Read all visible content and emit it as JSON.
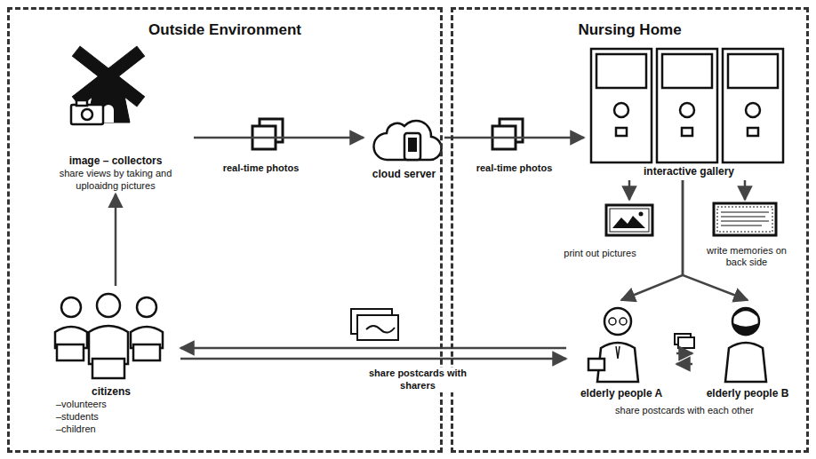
{
  "diagram": {
    "nodes": [
      {
        "text": [
          "Outside Environment"
        ]
      },
      {
        "text": [
          "image – collectors",
          "share views by taking and uploaidng pictures"
        ],
        "in": 0
      },
      {
        "text": [
          "citizens",
          "–volunteers",
          "–students",
          "–children"
        ],
        "in": 0
      },
      {
        "text": [
          "cloud server"
        ]
      },
      {
        "text": [
          "Nursing Home"
        ]
      },
      {
        "text": [
          "interactive gallery"
        ],
        "in": 4
      },
      {
        "text": [
          "print out pictures"
        ],
        "in": 4
      },
      {
        "text": [
          "write memories on back side"
        ],
        "in": 4
      },
      {
        "text": [
          "elderly people A"
        ],
        "in": 4
      },
      {
        "text": [
          "elderly people B"
        ],
        "in": 4
      }
    ],
    "edges": [
      {
        "from": 1,
        "to": 3,
        "label": "real-time photos",
        "arrow": "to"
      },
      {
        "from": 3,
        "to": 5,
        "label": "real-time photos",
        "arrow": "to"
      },
      {
        "from": 5,
        "to": 6,
        "arrow": "to"
      },
      {
        "from": 5,
        "to": 7,
        "arrow": "to"
      },
      {
        "from": 5,
        "to": 8,
        "arrow": "to"
      },
      {
        "from": 5,
        "to": 9,
        "arrow": "to"
      },
      {
        "from": 8,
        "to": 2,
        "arrow": "to"
      },
      {
        "from": 2,
        "to": 8,
        "label": "share postcards with sharers",
        "arrow": "to"
      },
      {
        "from": 8,
        "to": 9,
        "arrow": "to"
      },
      {
        "from": 9,
        "to": 8,
        "arrow": "to"
      },
      {
        "from": 2,
        "to": 1,
        "arrow": "to"
      }
    ],
    "labels": [
      "share postcards with each other"
    ]
  }
}
